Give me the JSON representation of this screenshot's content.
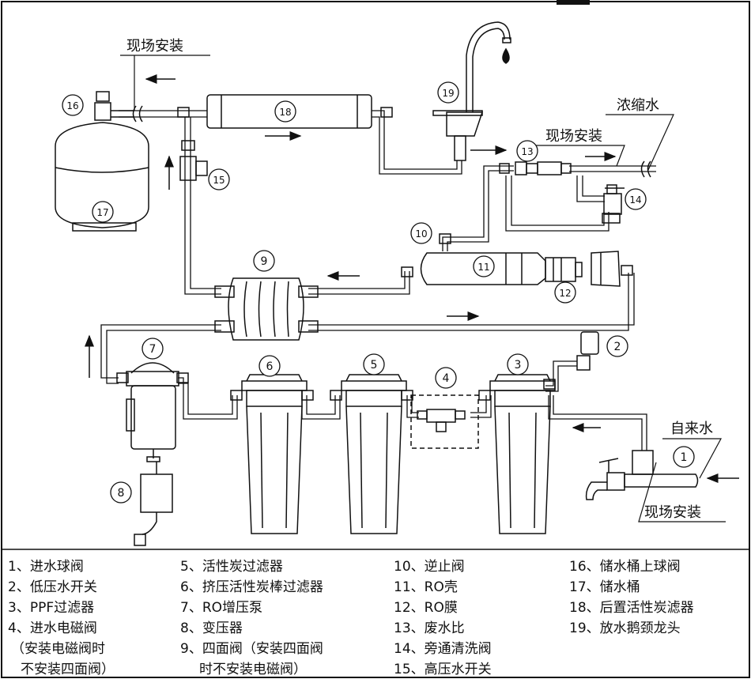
{
  "site_install_top": "现场安装",
  "site_install_mid": "现场安装",
  "site_install_bottom": "现场安装",
  "concentrate_water": "浓缩水",
  "tap_water": "自来水",
  "callouts": [
    "1",
    "2",
    "3",
    "4",
    "5",
    "6",
    "7",
    "8",
    "9",
    "10",
    "11",
    "12",
    "13",
    "14",
    "15",
    "16",
    "17",
    "18",
    "19"
  ],
  "legend": {
    "col1": [
      "1、进水球阀",
      "2、低压水开关",
      "3、PPF过滤器",
      "4、进水电磁阀",
      "（安装电磁阀时",
      "不安装四面阀）"
    ],
    "col2": [
      "5、活性炭过滤器",
      "6、挤压活性炭棒过滤器",
      "7、RO增压泵",
      "8、变压器",
      "9、四面阀（安装四面阀",
      "时不安装电磁阀）"
    ],
    "col3": [
      "10、逆止阀",
      "11、RO壳",
      "12、RO膜",
      "13、废水比",
      "14、旁通清洗阀",
      "15、高压水开关"
    ],
    "col4": [
      "16、储水桶上球阀",
      "17、储水桶",
      "18、后置活性炭滤器",
      "19、放水鹅颈龙头"
    ]
  }
}
